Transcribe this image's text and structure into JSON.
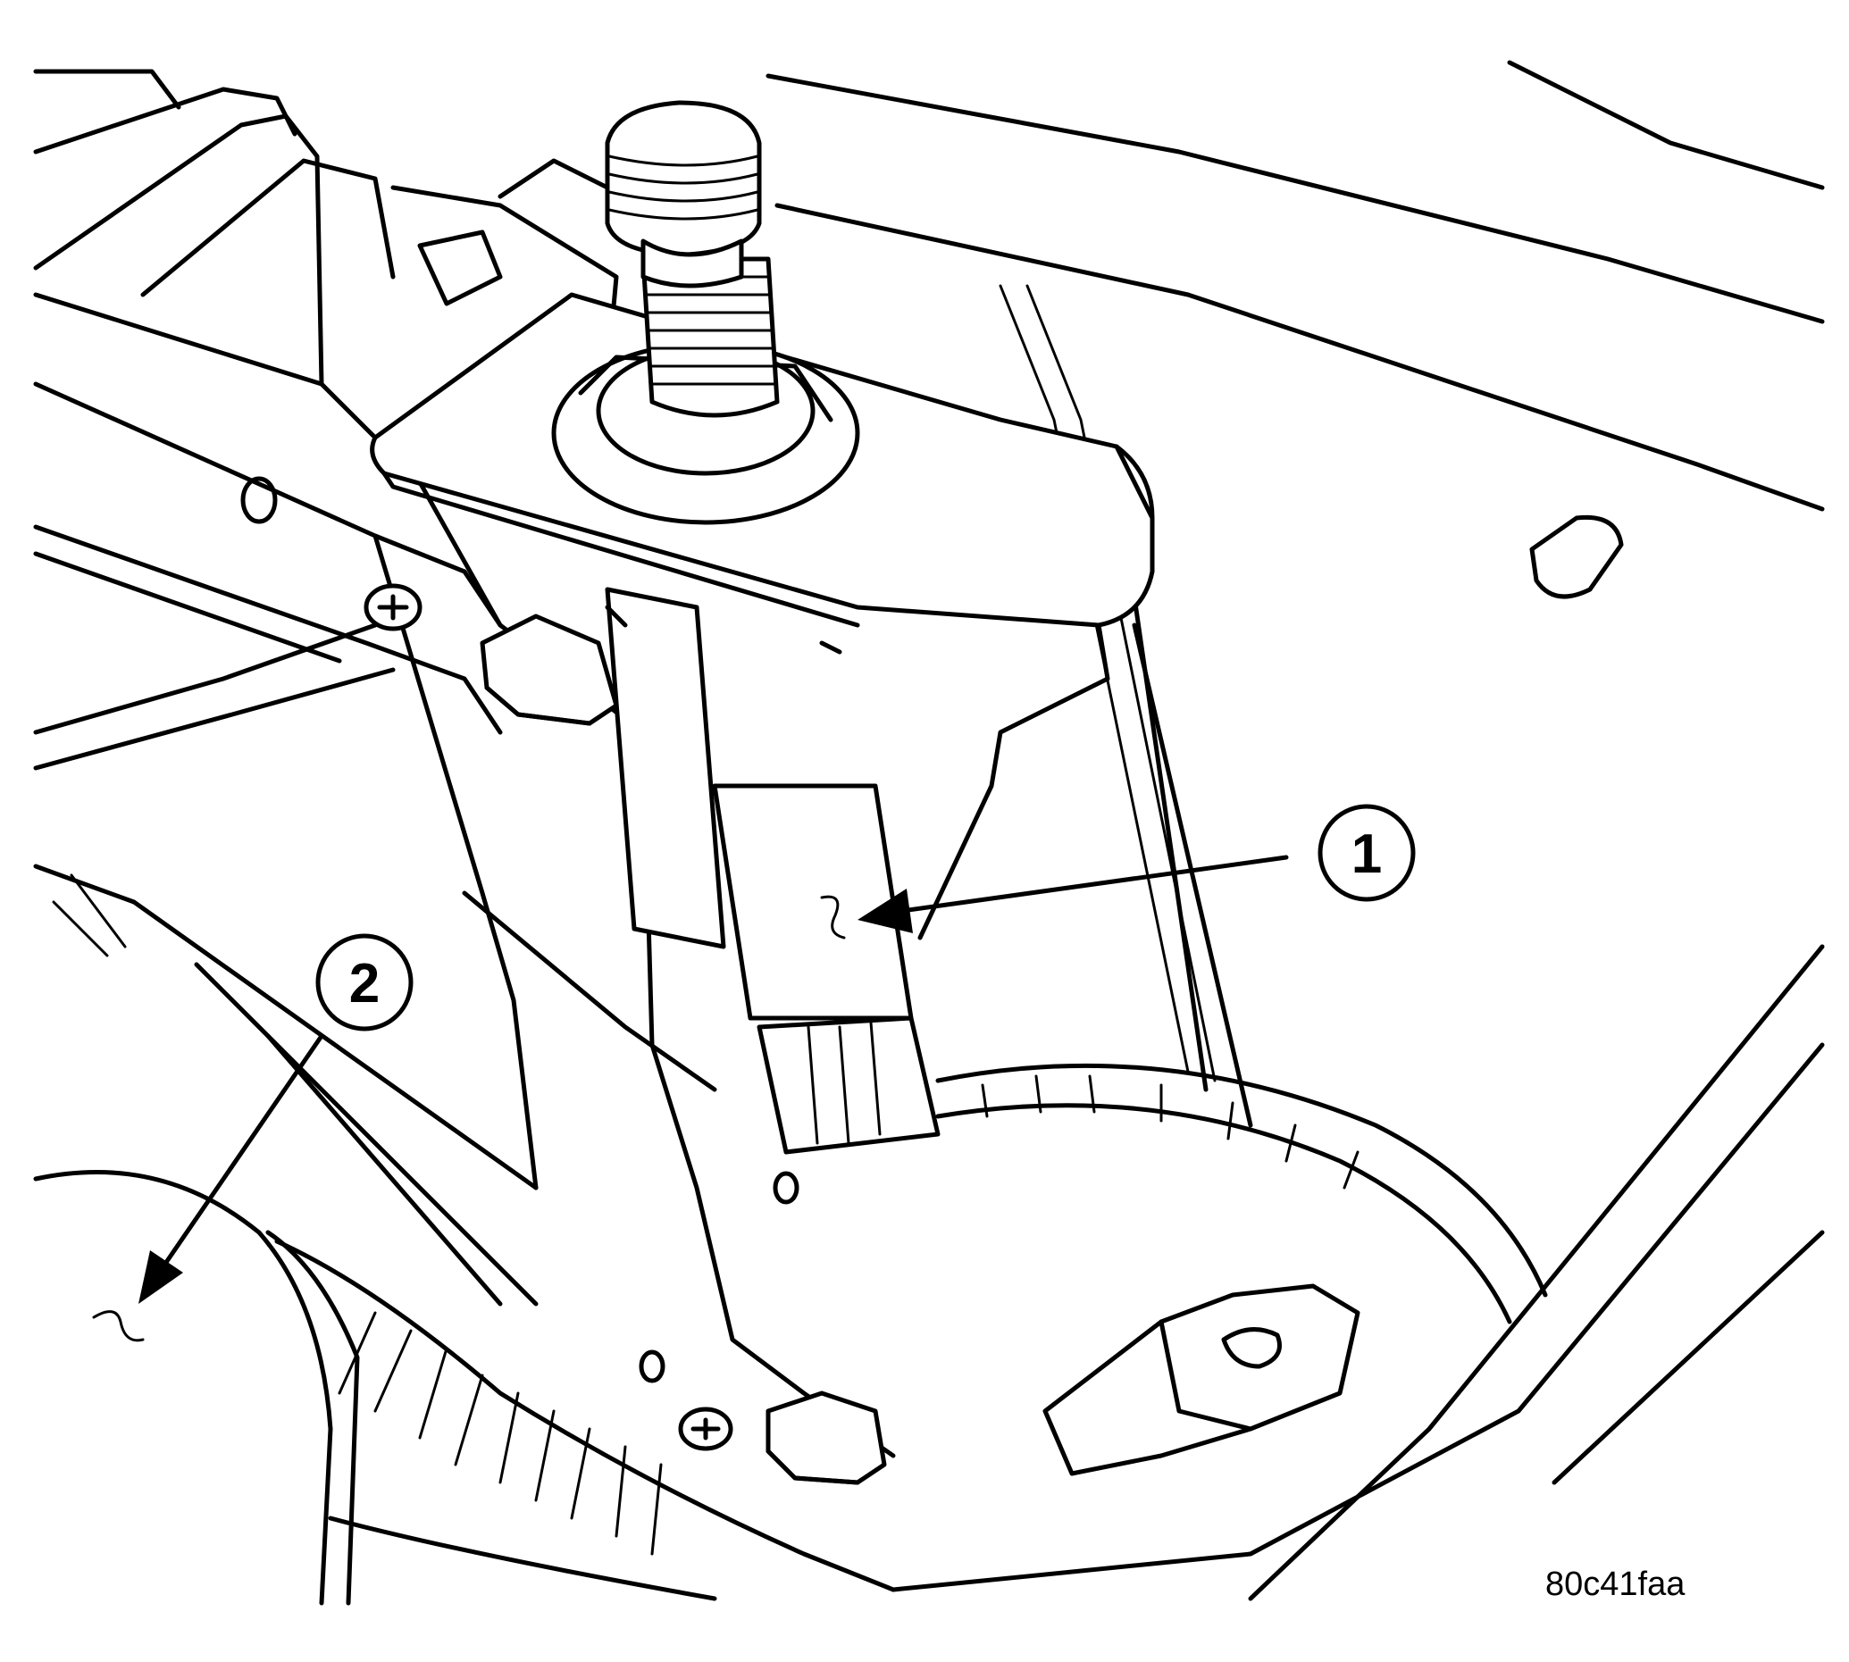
{
  "callouts": [
    {
      "number": "1"
    },
    {
      "number": "2"
    }
  ],
  "figure_id": "80c41faa"
}
